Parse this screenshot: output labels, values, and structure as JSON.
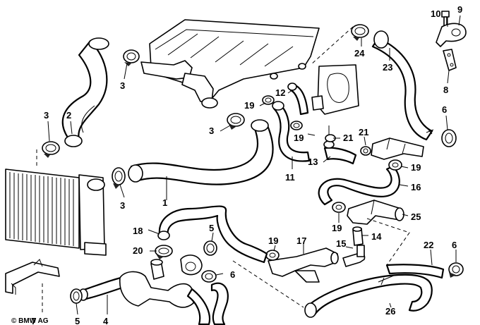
{
  "callouts": [
    {
      "id": "10",
      "text": "10"
    },
    {
      "id": "9",
      "text": "9"
    },
    {
      "id": "24",
      "text": "24"
    },
    {
      "id": "23",
      "text": "23"
    },
    {
      "id": "8",
      "text": "8"
    },
    {
      "id": "6a",
      "text": "6"
    },
    {
      "id": "3a",
      "text": "3"
    },
    {
      "id": "3b",
      "text": "3"
    },
    {
      "id": "2",
      "text": "2"
    },
    {
      "id": "12",
      "text": "12"
    },
    {
      "id": "19a",
      "text": "19"
    },
    {
      "id": "3c",
      "text": "3"
    },
    {
      "id": "19b",
      "text": "19"
    },
    {
      "id": "21a",
      "text": "21"
    },
    {
      "id": "21b",
      "text": "21"
    },
    {
      "id": "13",
      "text": "13"
    },
    {
      "id": "11",
      "text": "11"
    },
    {
      "id": "19c",
      "text": "19"
    },
    {
      "id": "16",
      "text": "16"
    },
    {
      "id": "3d",
      "text": "3"
    },
    {
      "id": "1",
      "text": "1"
    },
    {
      "id": "25",
      "text": "25"
    },
    {
      "id": "18",
      "text": "18"
    },
    {
      "id": "5a",
      "text": "5"
    },
    {
      "id": "19d",
      "text": "19"
    },
    {
      "id": "14",
      "text": "14"
    },
    {
      "id": "19e",
      "text": "19"
    },
    {
      "id": "17",
      "text": "17"
    },
    {
      "id": "15",
      "text": "15"
    },
    {
      "id": "22",
      "text": "22"
    },
    {
      "id": "6b",
      "text": "6"
    },
    {
      "id": "20",
      "text": "20"
    },
    {
      "id": "6c",
      "text": "6"
    },
    {
      "id": "5b",
      "text": "5"
    },
    {
      "id": "4",
      "text": "4"
    },
    {
      "id": "7",
      "text": "7"
    },
    {
      "id": "26",
      "text": "26"
    }
  ],
  "copyright": "© BMW AG"
}
